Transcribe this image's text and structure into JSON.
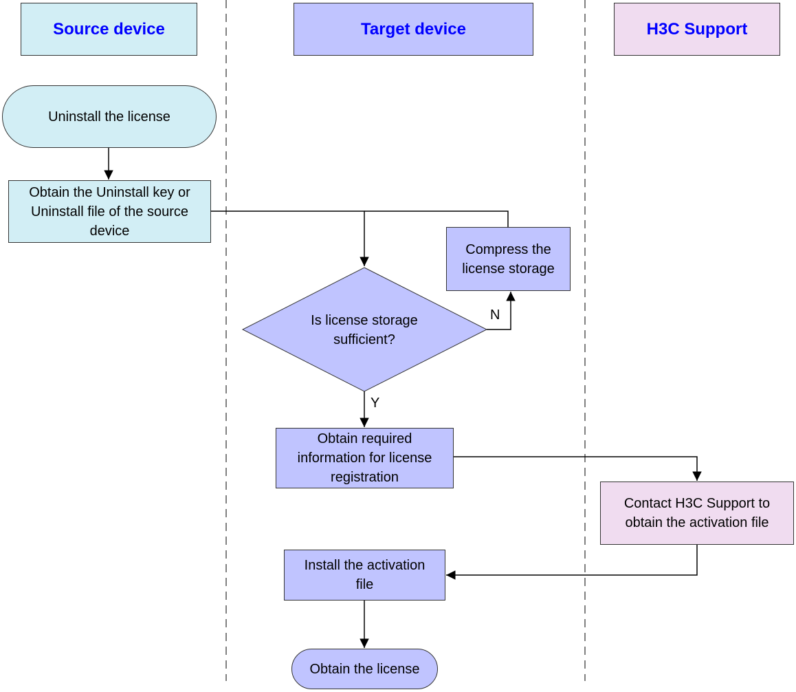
{
  "lanes": [
    {
      "title": "Source device",
      "fill": "#d2eef5",
      "text_color": "#0000ff"
    },
    {
      "title": "Target device",
      "fill": "#c0c4ff",
      "text_color": "#0000ff"
    },
    {
      "title": "H3C Support",
      "fill": "#f0dcf0",
      "text_color": "#0000ff"
    }
  ],
  "colors": {
    "source_fill": "#d2eef5",
    "target_fill": "#c0c4ff",
    "support_fill": "#f0dcf0",
    "line": "#000000",
    "divider": "#808080"
  },
  "nodes": {
    "uninstall": "Uninstall the license",
    "obtain_key": "Obtain the Uninstall key or\nUninstall file of the source\ndevice",
    "compress": "Compress the\nlicense storage",
    "decision": "Is license storage\nsufficient?",
    "obtain_info": "Obtain required\ninformation for license\nregistration",
    "contact": "Contact H3C Support to\nobtain the activation file",
    "install": "Install the activation\nfile",
    "obtain_license": "Obtain the license"
  },
  "edge_labels": {
    "no": "N",
    "yes": "Y"
  }
}
